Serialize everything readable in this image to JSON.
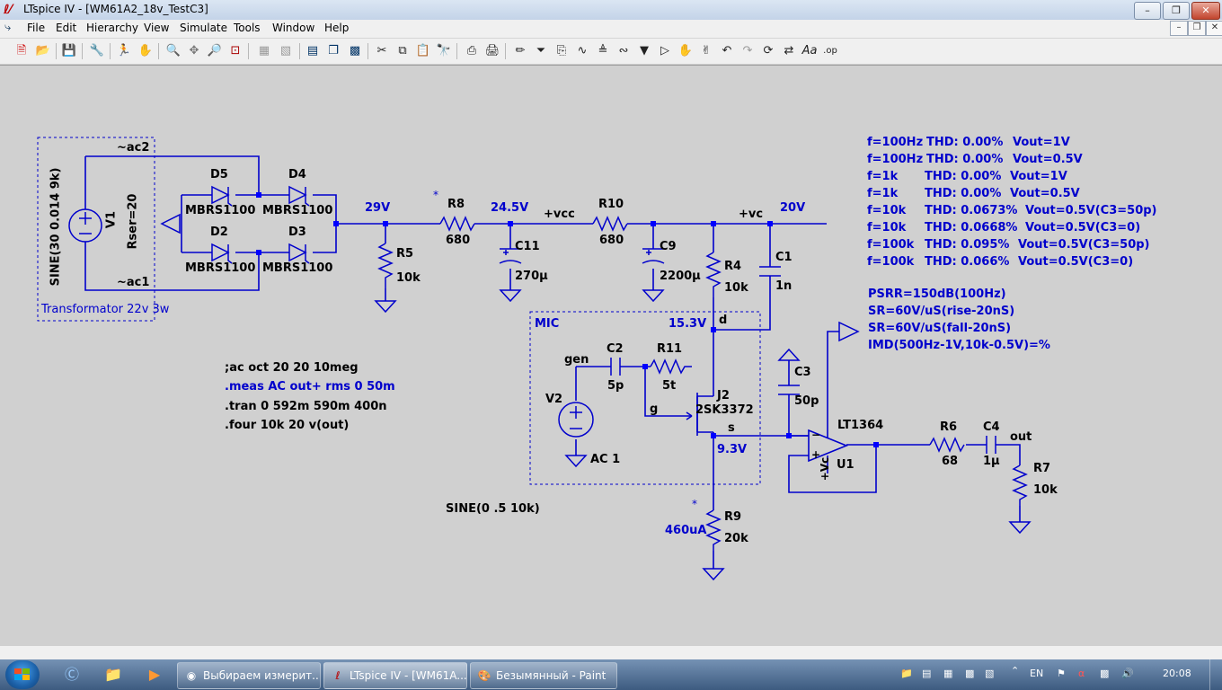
{
  "window": {
    "title": "LTspice IV - [WM61A2_18v_TestC3]"
  },
  "menu": [
    "File",
    "Edit",
    "Hierarchy",
    "View",
    "Simulate",
    "Tools",
    "Window",
    "Help"
  ],
  "toolbar_icons": [
    "new-schematic-icon",
    "open-icon",
    "save-icon",
    "control-panel-icon",
    "run-icon",
    "halt-icon",
    "zoom-in-icon",
    "pan-icon",
    "zoom-out-icon",
    "zoom-fit-icon",
    "tile-icon",
    "cascade-icon",
    "close-window-icon",
    "cut-icon",
    "copy-icon",
    "paste-icon",
    "find-icon",
    "print-setup-icon",
    "print-icon",
    "wire-icon",
    "ground-icon",
    "label-net-icon",
    "resistor-icon",
    "capacitor-icon",
    "inductor-icon",
    "diode-icon",
    "component-icon",
    "move-icon",
    "drag-icon",
    "undo-icon",
    "redo-icon",
    "rotate-icon",
    "mirror-icon",
    "text-icon",
    "spice-directive-icon"
  ],
  "schematic": {
    "transformer_label": "Transformator 22v 3w",
    "nets": {
      "ac2": "~ac2",
      "ac1": "~ac1",
      "vcc": "+vcc",
      "vc": "+vc",
      "out": "out",
      "d": "d",
      "g": "g",
      "s": "s",
      "gen": "gen"
    },
    "voltages": {
      "v29": "29V",
      "v245": "24.5V",
      "v20": "20V",
      "v153": "15.3V",
      "v93": "9.3V",
      "i460": "460uA"
    },
    "mic_label": "MIC",
    "components": {
      "V1": {
        "name": "V1",
        "value": "SINE(30 0.014 9k)",
        "rser": "Rser=20"
      },
      "D5": {
        "name": "D5",
        "model": "MBRS1100"
      },
      "D4": {
        "name": "D4",
        "model": "MBRS1100"
      },
      "D2": {
        "name": "D2",
        "model": "MBRS1100"
      },
      "D3": {
        "name": "D3",
        "model": "MBRS1100"
      },
      "R8": {
        "name": "R8",
        "value": "680"
      },
      "R10": {
        "name": "R10",
        "value": "680"
      },
      "R5": {
        "name": "R5",
        "value": "10k"
      },
      "C11": {
        "name": "C11",
        "value": "270μ"
      },
      "C9": {
        "name": "C9",
        "value": "2200μ"
      },
      "R4": {
        "name": "R4",
        "value": "10k"
      },
      "C1": {
        "name": "C1",
        "value": "1n"
      },
      "V2": {
        "name": "V2",
        "value": "AC 1"
      },
      "C2": {
        "name": "C2",
        "value": "5p"
      },
      "R11": {
        "name": "R11",
        "value": "5t"
      },
      "J2": {
        "name": "J2",
        "model": "2SK3372"
      },
      "C3": {
        "name": "C3",
        "value": "50p"
      },
      "U1": {
        "name": "U1",
        "model": "LT1364",
        "supply": "+Vc"
      },
      "R9": {
        "name": "R9",
        "value": "20k"
      },
      "R6": {
        "name": "R6",
        "value": "68"
      },
      "C4": {
        "name": "C4",
        "value": "1μ"
      },
      "R7": {
        "name": "R7",
        "value": "10k"
      }
    },
    "star": "*",
    "directives": [
      ";ac oct 20 20 10meg",
      ".meas AC out+ rms 0 50m",
      ".tran 0 592m 590m 400n",
      ".four 10k 20 v(out)"
    ],
    "sine_note": "SINE(0 .5 10k)",
    "results_thd": [
      {
        "f": "f=100Hz",
        "thd": "THD: 0.00%",
        "vout": "Vout=1V"
      },
      {
        "f": "f=100Hz",
        "thd": "THD: 0.00%",
        "vout": "Vout=0.5V"
      },
      {
        "f": "f=1k",
        "thd": "THD: 0.00%",
        "vout": "Vout=1V"
      },
      {
        "f": "f=1k",
        "thd": "THD: 0.00%",
        "vout": "Vout=0.5V"
      },
      {
        "f": "f=10k",
        "thd": "THD: 0.0673%",
        "vout": "Vout=0.5V(C3=50p)"
      },
      {
        "f": "f=10k",
        "thd": "THD: 0.0668%",
        "vout": "Vout=0.5V(C3=0)"
      },
      {
        "f": "f=100k",
        "thd": "THD: 0.095%",
        "vout": "Vout=0.5V(C3=50p)"
      },
      {
        "f": "f=100k",
        "thd": "THD: 0.066%",
        "vout": "Vout=0.5V(C3=0)"
      }
    ],
    "results_misc": [
      "PSRR=150dB(100Hz)",
      "SR=60V/uS(rise-20nS)",
      "SR=60V/uS(fall-20nS)",
      "IMD(500Hz-1V,10k-0.5V)=%"
    ]
  },
  "taskbar": {
    "tasks": [
      {
        "label": "Выбираем измерит..."
      },
      {
        "label": "LTspice IV - [WM61A..."
      },
      {
        "label": "Безымянный - Paint"
      }
    ],
    "lang": "EN",
    "clock": "20:08"
  },
  "colors": {
    "wire": "#0000cc",
    "node": "#0000ff",
    "text": "#000000",
    "blue_text": "#0000cc",
    "canvas": "#d0d0d0"
  }
}
